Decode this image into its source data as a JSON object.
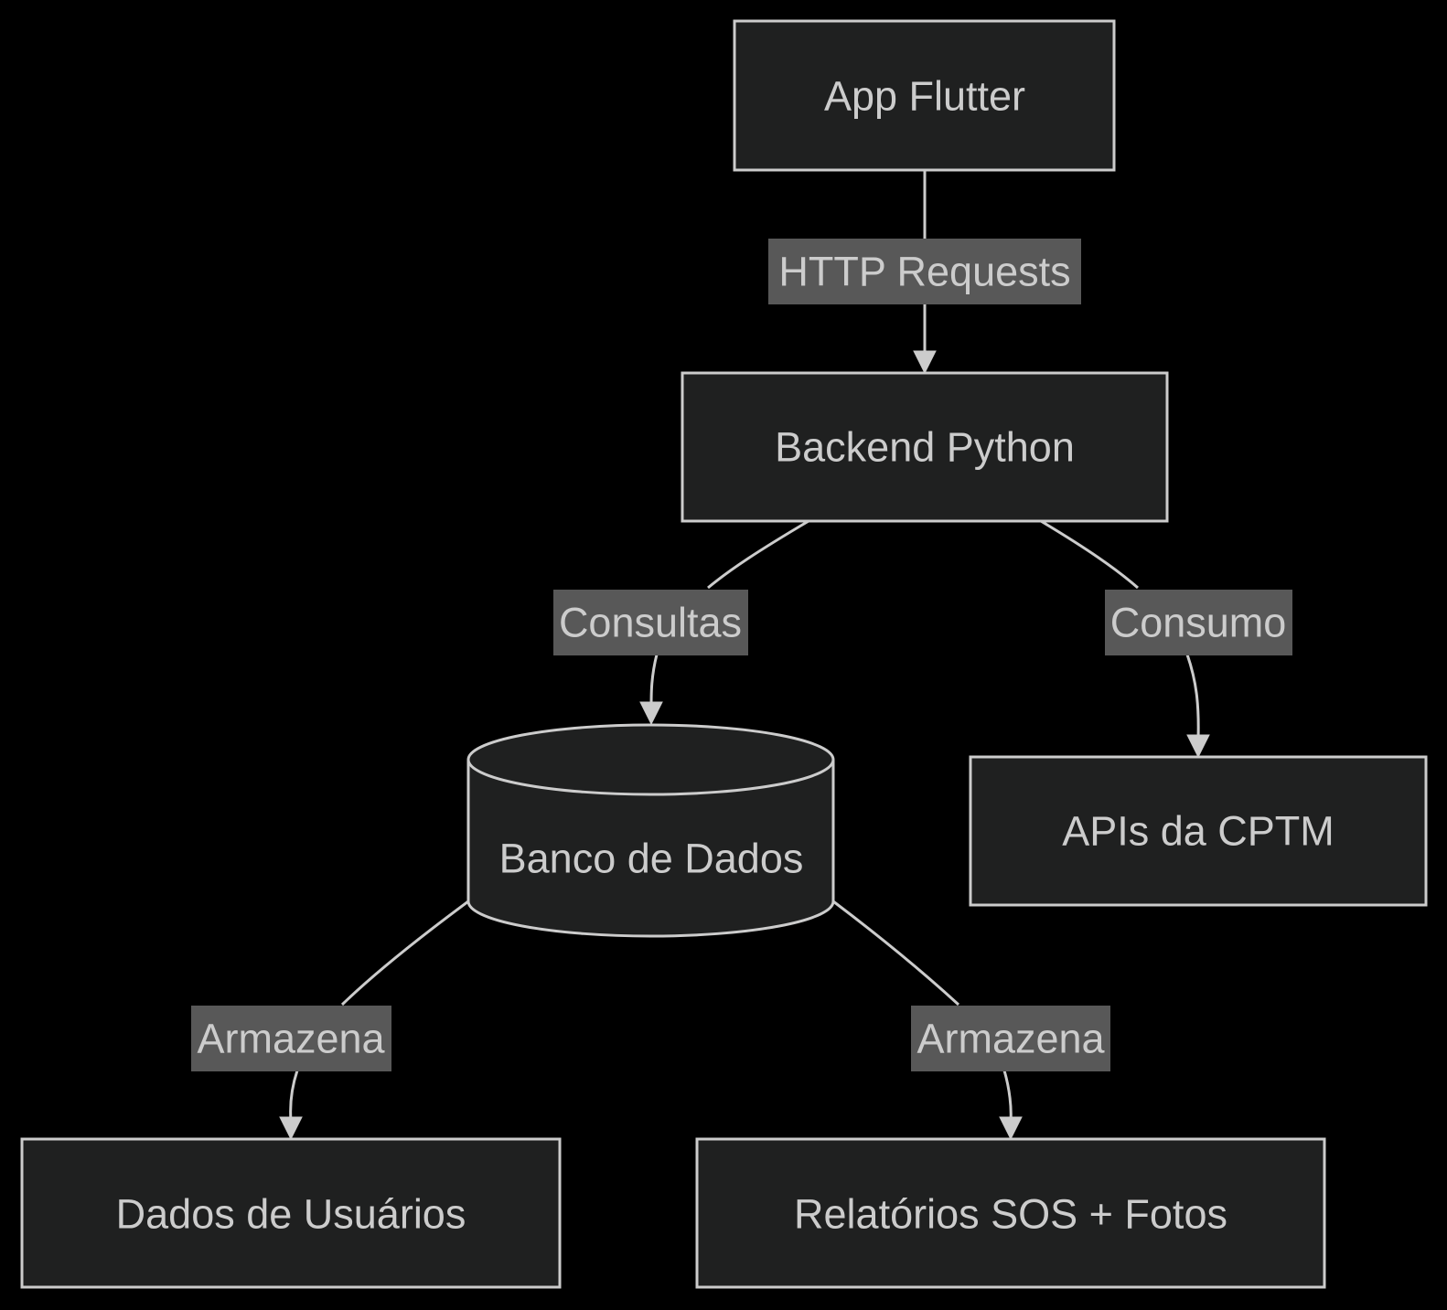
{
  "nodes": {
    "app": {
      "label": "App Flutter"
    },
    "backend": {
      "label": "Backend Python"
    },
    "database": {
      "label": "Banco de Dados"
    },
    "apis": {
      "label": "APIs da CPTM"
    },
    "users": {
      "label": "Dados de Usuários"
    },
    "reports": {
      "label": "Relatórios SOS + Fotos"
    }
  },
  "edges": {
    "app_backend": {
      "from": "app",
      "to": "backend",
      "label": "HTTP Requests"
    },
    "backend_database": {
      "from": "backend",
      "to": "database",
      "label": "Consultas"
    },
    "backend_apis": {
      "from": "backend",
      "to": "apis",
      "label": "Consumo"
    },
    "database_users": {
      "from": "database",
      "to": "users",
      "label": "Armazena"
    },
    "database_reports": {
      "from": "database",
      "to": "reports",
      "label": "Armazena"
    }
  },
  "colors": {
    "background": "#000000",
    "node_fill": "#1f2020",
    "node_stroke": "#cccccc",
    "text": "#cccccc",
    "edge_label_bg": "#585858"
  }
}
